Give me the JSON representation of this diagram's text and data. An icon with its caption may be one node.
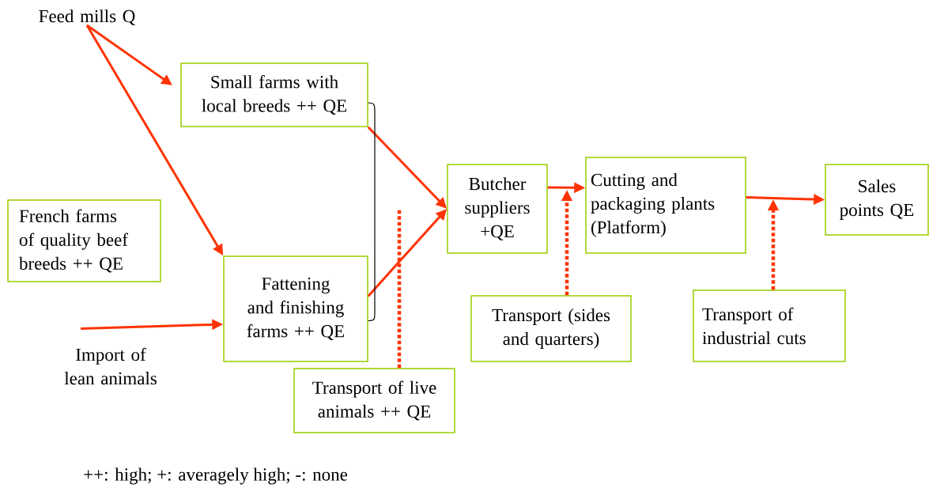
{
  "diagram": {
    "nodes": [
      {
        "text": [
          "Feed mills Q"
        ]
      },
      {
        "text": [
          "Small farms with local breeds  ++ QE"
        ]
      },
      {
        "text": [
          "French farms of quality beef breeds ++ QE"
        ]
      },
      {
        "text": [
          "Fattening and finishing farms ++ QE"
        ]
      },
      {
        "text": [
          "Import of lean animals"
        ]
      },
      {
        "text": [
          "Butcher suppliers +QE"
        ]
      },
      {
        "text": [
          "Cutting and packaging plants (Platform)"
        ]
      },
      {
        "text": [
          "Sales points QE"
        ]
      },
      {
        "text": [
          "Transport (sides and quarters)"
        ]
      },
      {
        "text": [
          "Transport of industrial cuts"
        ]
      },
      {
        "text": [
          "Transport of live animals  ++ QE"
        ]
      }
    ],
    "edges": [
      {
        "from": 0,
        "to": 1,
        "arrow": "to"
      },
      {
        "from": 0,
        "to": 3,
        "arrow": "to"
      },
      {
        "from": 1,
        "to": 5,
        "arrow": "to"
      },
      {
        "from": 3,
        "to": 5,
        "arrow": "to"
      },
      {
        "from": 4,
        "to": 3,
        "arrow": "to"
      },
      {
        "from": 5,
        "to": 6,
        "arrow": "to"
      },
      {
        "from": 6,
        "to": 7,
        "arrow": "to"
      },
      {
        "from": 8,
        "to": null,
        "arrow": "to",
        "style": "dashed"
      },
      {
        "from": 9,
        "to": null,
        "arrow": "to",
        "style": "dashed"
      },
      {
        "from": 10,
        "to": null,
        "arrow": "none",
        "style": "dashed"
      },
      {
        "from": 1,
        "to": 3,
        "arrow": "none",
        "color": "#000000"
      }
    ],
    "labels": [
      "++: high;  +: averagely high;  -: none"
    ]
  }
}
